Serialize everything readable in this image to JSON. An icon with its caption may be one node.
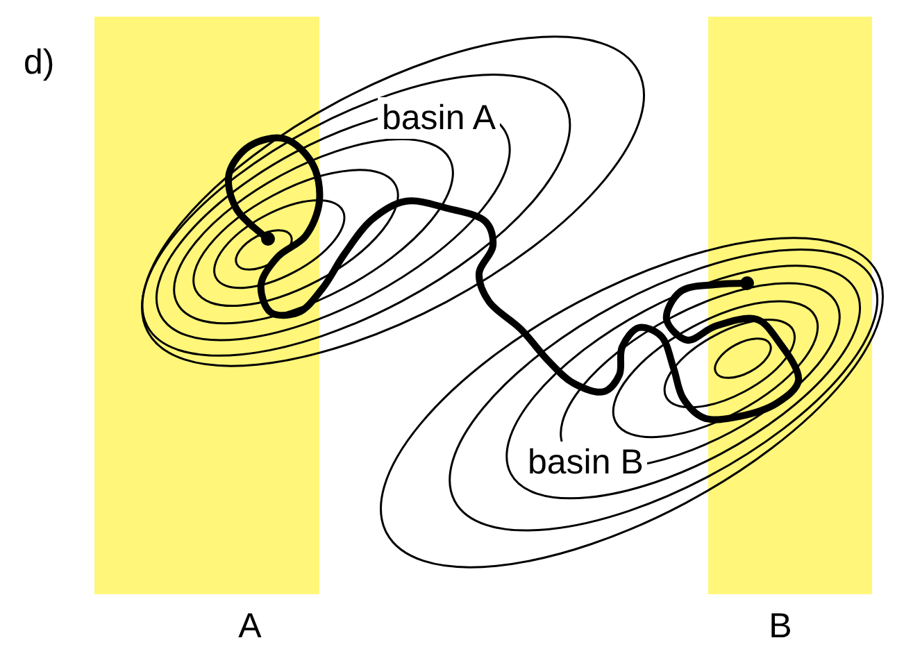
{
  "diagram": {
    "nodes": [
      {
        "text": [
          "A"
        ]
      },
      {
        "text": [
          "B"
        ]
      }
    ],
    "labels": [
      "d)",
      "basin A",
      "basin B"
    ]
  }
}
